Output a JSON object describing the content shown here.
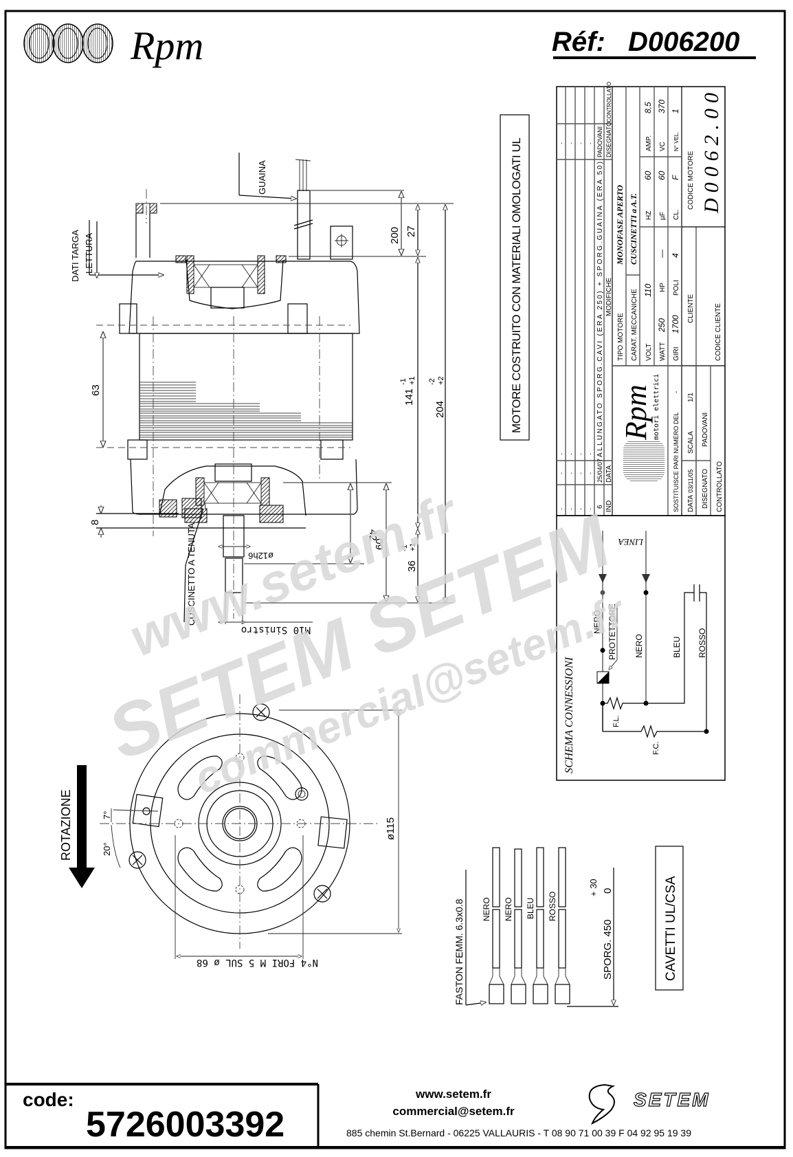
{
  "header": {
    "brand": "Rpm",
    "ref_label": "Réf:",
    "ref_value": "D006200"
  },
  "notes": {
    "ul_materials": "MOTORE COSTRUITO CON MATERIALI OMOLOGATI UL",
    "cables_box": "CAVETTI UL/CSA"
  },
  "side_view": {
    "labels": {
      "guaina": "GUAINA",
      "dati_targa": "DATI TARGA",
      "lettura": "LETTURA",
      "cuscinetto": "CUSCINETTO A TENUTA",
      "thread": "M10 Sinistro",
      "shaft_dia": "ø12h6"
    },
    "dimensions": {
      "d200": "200",
      "d27": "27",
      "d63": "63",
      "d141": "141",
      "d141_tol_upper": "-1",
      "d141_tol_lower": "+1",
      "d204": "204",
      "d204_tol_upper": "-2",
      "d204_tol_lower": "+2",
      "d8": "8",
      "d42": "42",
      "d60": "60",
      "d36": "36",
      "d36_tol_upper": "-1",
      "d36_tol_lower": "+1"
    }
  },
  "front_view": {
    "rotation_label": "ROTAZIONE",
    "angle_7": "7°",
    "angle_20": "20°",
    "diameter": "ø115",
    "holes_note": "N°4 FORI M 5 SUL ø 68"
  },
  "cables": {
    "faston_label": "FASTON FEMM. 6.3x0.8",
    "wires": [
      "NERO",
      "NERO",
      "BLEU",
      "ROSSO"
    ],
    "sporg_label": "SPORG. 450",
    "sporg_tol_upper": "+ 30",
    "sporg_tol_lower": "0"
  },
  "schema": {
    "title": "SCHEMA CONNESSIONI",
    "linea": "LINEA",
    "nero_1": "NERO",
    "nero_2": "NERO",
    "protettore": "PROTETTORE",
    "bleu": "BLEU",
    "rosso": "ROSSO",
    "fl": "F.L.",
    "fc": "F.C."
  },
  "title_block": {
    "revisions": [
      {
        "ind": "-",
        "data": "-",
        "desc": "-",
        "dis": "-",
        "contr": ""
      },
      {
        "ind": "-",
        "data": "-",
        "desc": "-",
        "dis": "-",
        "contr": ""
      },
      {
        "ind": "-",
        "data": "-",
        "desc": "-",
        "dis": "-",
        "contr": ""
      },
      {
        "ind": "-",
        "data": "-",
        "desc": "-",
        "dis": "-",
        "contr": ""
      },
      {
        "ind": "6",
        "data": "25/04/07",
        "desc": "ALLUNGATO SPORG.CAVI (ERA 250) + SPORG.GUAINA (ERA 50)",
        "dis": "PADOVANI",
        "contr": ""
      }
    ],
    "rev_header": {
      "ind": "IND",
      "data": "DATA",
      "desc": "MODIFICHE",
      "dis": "DISEGNATO",
      "contr": "CONTROLLATO"
    },
    "company_logo": "Rpm",
    "company_sub": "motori elettrici",
    "tipo_motore_label": "TIPO MOTORE",
    "tipo_motore_value": "MONOFASE APERTO",
    "carat_label": "CARAT. MECCANICHE",
    "carat_value": "CUSCINETTI a A.T.",
    "specs": [
      {
        "label": "VOLT",
        "value": "110"
      },
      {
        "label": "HZ",
        "value": "60"
      },
      {
        "label": "AMP.",
        "value": "8,5"
      },
      {
        "label": "WATT",
        "value": "250"
      },
      {
        "label": "HP",
        "value": "—"
      },
      {
        "label": "µF",
        "value": "60"
      },
      {
        "label": "VC",
        "value": "370"
      },
      {
        "label": "GIRI",
        "value": "1700"
      },
      {
        "label": "POLI",
        "value": "4"
      },
      {
        "label": "CL.",
        "value": "F"
      },
      {
        "label": "N° VEL.",
        "value": "1"
      }
    ],
    "sostituisce_label": "SOSTITUISCE PARI NUMERO DEL",
    "sostituisce_value": "-",
    "data_label": "DATA",
    "data_value": "03/11/05",
    "scala_label": "SCALA",
    "scala_value": "1/1",
    "disegnato_label": "DISEGNATO",
    "disegnato_value": "PADOVANI",
    "controllato_label": "CONTROLLATO",
    "cliente_label": "CLIENTE",
    "codice_cliente_label": "CODICE CLIENTE",
    "codice_motore_label": "CODICE MOTORE",
    "codice_motore_value": "D0062.00"
  },
  "watermark": {
    "line1": "www.setem.fr",
    "line2": "SETEM SETEM",
    "line3": "commercial@setem.fr"
  },
  "footer": {
    "code_label": "code:",
    "code_value": "5726003392",
    "website": "www.setem.fr",
    "email": "commercial@setem.fr",
    "address": "885 chemin St.Bernard  -  06225 VALLAURIS  -  T 08 90 71 00 39   F 04 92 95 19 39",
    "brand": "SETEM"
  }
}
